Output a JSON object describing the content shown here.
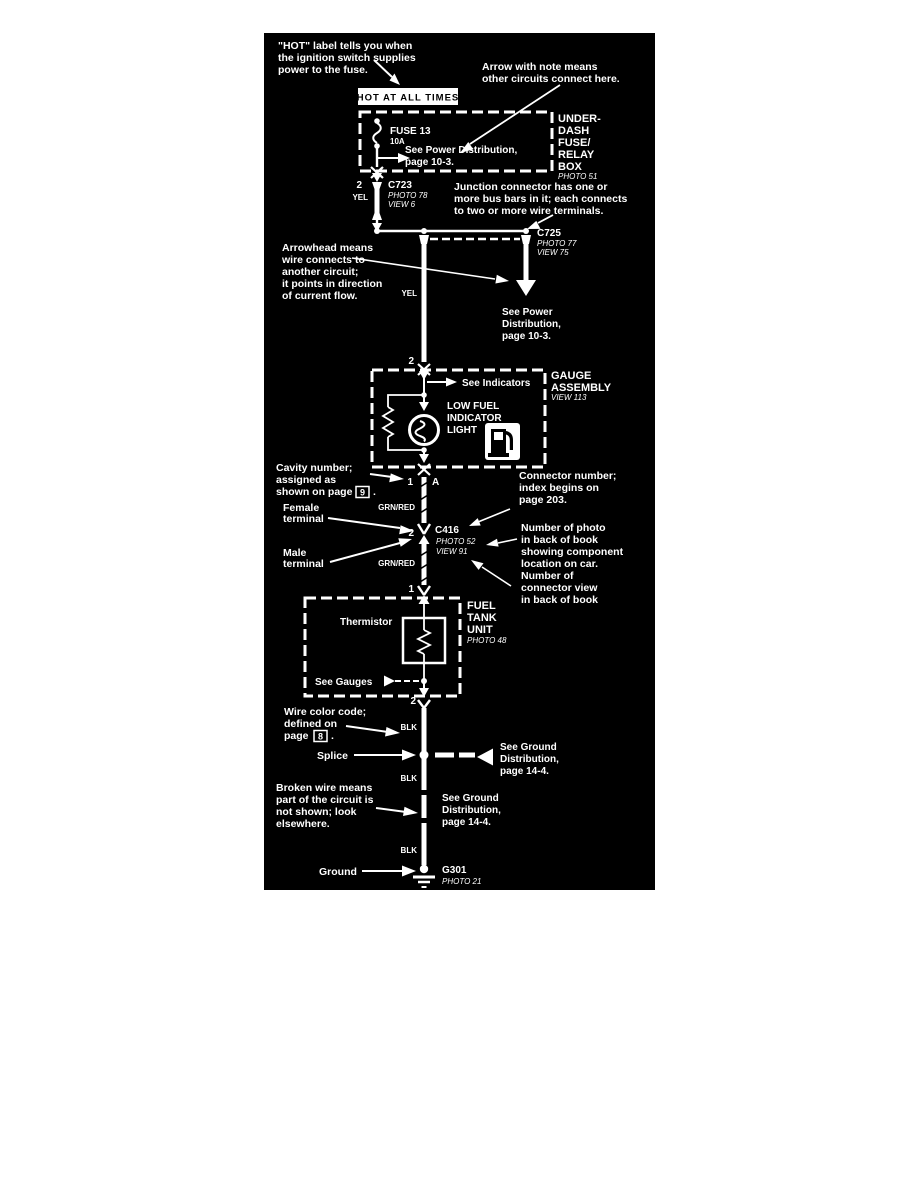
{
  "panel": {
    "background": "#000000",
    "foreground": "#ffffff"
  },
  "notes": {
    "hot": [
      "\"HOT\" label tells you when",
      "the ignition switch supplies",
      "power to the fuse."
    ],
    "arrow": [
      "Arrow with note means",
      "other circuits connect here."
    ],
    "junction": [
      "Junction connector has one or",
      "more bus bars in it; each connects",
      "to two or more wire terminals."
    ],
    "arrowhead": [
      "Arrowhead means",
      "wire connects to",
      "another circuit;",
      "it points in direction",
      "of current flow."
    ],
    "cavity": [
      "Cavity number;",
      "assigned as",
      "shown on page"
    ],
    "cavity_page": "9",
    "cavity_period": ".",
    "connector": [
      "Connector number;",
      "index begins on",
      "page 203."
    ],
    "photo": [
      "Number of photo",
      "in back of book",
      "showing component",
      "location on car."
    ],
    "view": [
      "Number of",
      "connector view",
      "in back of book"
    ],
    "female": [
      "Female",
      "terminal"
    ],
    "male": [
      "Male",
      "terminal"
    ],
    "wirecolor": [
      "Wire color code;",
      "defined on",
      "page"
    ],
    "wirecolor_page": "8",
    "wirecolor_period": ".",
    "splice": "Splice",
    "broken": [
      "Broken wire means",
      "part of the circuit is",
      "not shown; look",
      "elsewhere."
    ],
    "ground": "Ground"
  },
  "circuit": {
    "hot_banner": "HOT AT ALL TIMES",
    "fuse_name": "FUSE 13",
    "fuse_rating": "10A",
    "underdash": [
      "UNDER-",
      "DASH",
      "FUSE/",
      "RELAY",
      "BOX"
    ],
    "underdash_photo": "PHOTO 51",
    "see_power_a": [
      "See Power Distribution,",
      "page 10-3."
    ],
    "see_power_b": [
      "See Power",
      "Distribution,",
      "page 10-3."
    ],
    "c723": "C723",
    "c723_photo": "PHOTO 78",
    "c723_view": "VIEW 6",
    "c723_cavity": "2",
    "c723_wire": "YEL",
    "c725": "C725",
    "c725_photo": "PHOTO 77",
    "c725_view": "VIEW 75",
    "wire_yel": "YEL",
    "gauge_cavity": "2",
    "gauge_name": [
      "GAUGE",
      "ASSEMBLY"
    ],
    "gauge_view": "VIEW 113",
    "see_indicators": "See Indicators",
    "low_fuel": [
      "LOW FUEL",
      "INDICATOR",
      "LIGHT"
    ],
    "gauge_out_cavity_1": "1",
    "gauge_out_cavity_a": "A",
    "wire_grnred_1": "GRN/RED",
    "wire_grnred_2": "GRN/RED",
    "c416": "C416",
    "c416_photo": "PHOTO 52",
    "c416_view": "VIEW 91",
    "c416_cavity": "2",
    "ftu_in_cavity": "1",
    "ftu_name": [
      "FUEL",
      "TANK",
      "UNIT"
    ],
    "ftu_photo": "PHOTO 48",
    "thermistor": "Thermistor",
    "see_gauges": "See Gauges",
    "ftu_out_cavity": "2",
    "wire_blk_1": "BLK",
    "wire_blk_2": "BLK",
    "wire_blk_3": "BLK",
    "see_ground_a": [
      "See Ground",
      "Distribution,",
      "page 14-4."
    ],
    "see_ground_b": [
      "See Ground",
      "Distribution,",
      "page 14-4."
    ],
    "g301": "G301",
    "g301_photo": "PHOTO 21"
  }
}
